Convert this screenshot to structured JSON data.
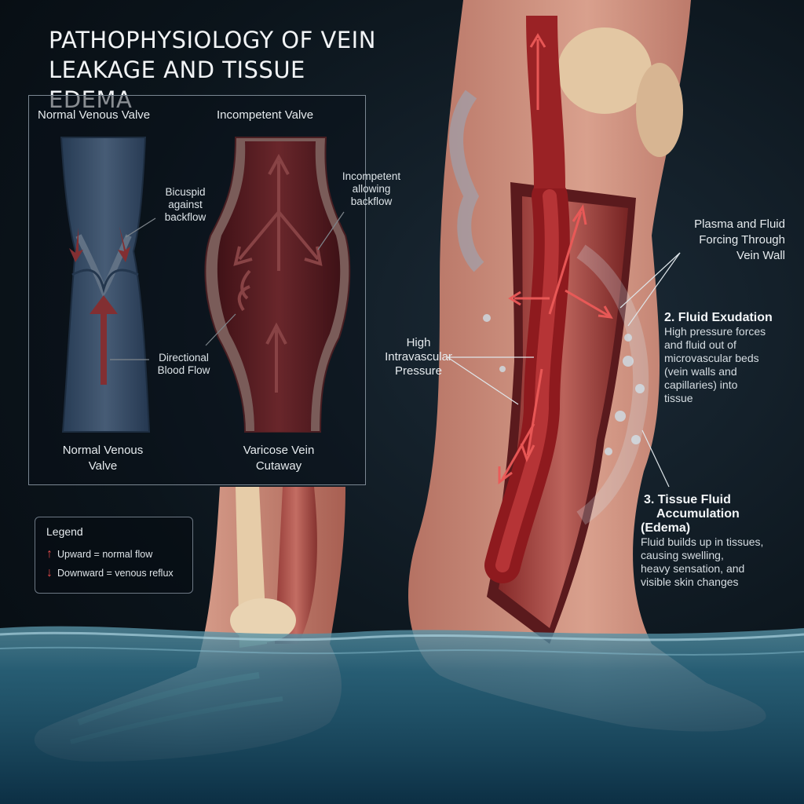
{
  "title": [
    "PATHOPHYSIOLOGY OF VEIN",
    "LEAKAGE AND TISSUE EDEMA"
  ],
  "panel": {
    "left_header": "Normal Venous Valve",
    "right_header": "Incompetent Valve",
    "bicuspid_label": [
      "Bicuspid",
      "against",
      "backflow"
    ],
    "incompetent_label": [
      "Incompetent",
      "allowing",
      "backflow"
    ],
    "flow_label": [
      "Directional",
      "Blood Flow"
    ],
    "left_caption": [
      "Normal Venous",
      "Valve"
    ],
    "right_caption": [
      "Varicose Vein",
      "Cutaway"
    ]
  },
  "legend": {
    "title": "Legend",
    "up": "Upward = normal flow",
    "down": "Downward = venous reflux",
    "up_icon": "↑",
    "down_icon": "↓"
  },
  "annotations": {
    "pressure": [
      "High",
      "Intravascular",
      "Pressure"
    ],
    "plasma": [
      "Plasma and Fluid",
      "Forcing Through",
      "Vein Wall"
    ],
    "exudation_title": "2. Fluid Exudation",
    "exudation_body": [
      "High pressure forces",
      "and fluid out of",
      "microvascular beds",
      "(vein walls and",
      "capillaries) into",
      "tissue"
    ],
    "edema_title": [
      "3. Tissue Fluid",
      "Accumulation",
      "(Edema)"
    ],
    "edema_body": [
      "Fluid builds up in tissues,",
      "causing swelling,",
      "heavy sensation, and",
      "visible skin changes"
    ]
  },
  "colors": {
    "vein_blue": "#5a7fa8",
    "vein_red": "#a3262a",
    "arrow_red": "#e8474a",
    "water": "#2f6d86"
  }
}
